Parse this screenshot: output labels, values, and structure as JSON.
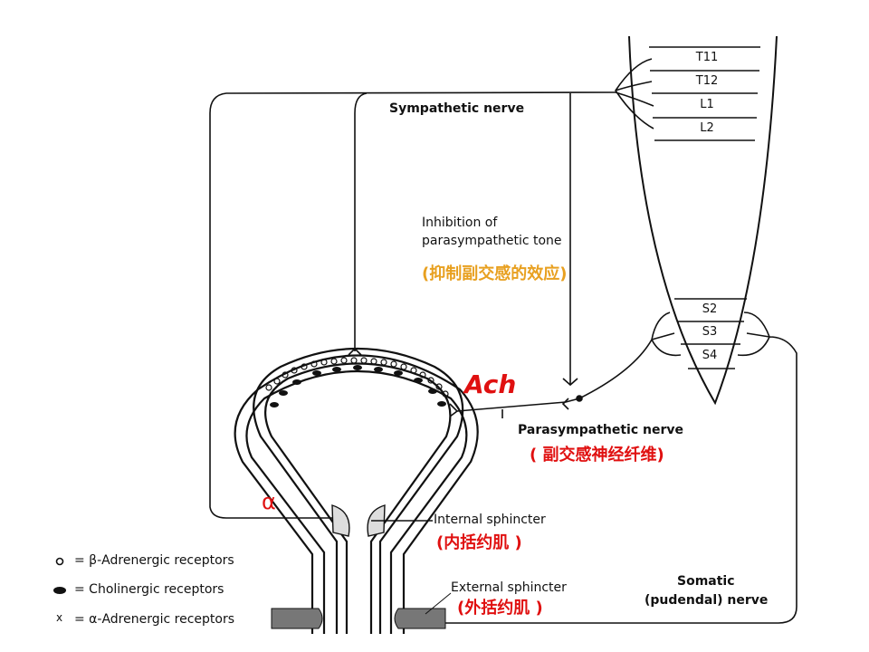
{
  "spinal_segments": {
    "upper": [
      "T11",
      "T12",
      "L1",
      "L2"
    ],
    "lower": [
      "S2",
      "S3",
      "S4"
    ]
  },
  "labels": {
    "sympathetic": "Sympathetic nerve",
    "inhibition_line1": "Inhibition of",
    "inhibition_line2": "parasympathetic tone",
    "inhibition_cn": "(抑制副交感的效应)",
    "ach": "Ach",
    "parasympathetic": "Parasympathetic nerve",
    "parasympathetic_cn": "( 副交感神经纤维)",
    "alpha": "α",
    "internal_sphincter": "Internal sphincter",
    "internal_sphincter_cn": "(内括约肌 )",
    "external_sphincter": "External sphincter",
    "external_sphincter_cn": "(外括约肌 )",
    "somatic_line1": "Somatic",
    "somatic_line2": "(pudendal) nerve"
  },
  "legend": [
    {
      "symbol": "o",
      "text": "= β-Adrenergic receptors"
    },
    {
      "symbol": "●",
      "text": "= Cholinergic receptors"
    },
    {
      "symbol": "x",
      "text": "= α-Adrenergic receptors"
    }
  ],
  "colors": {
    "annotation_red": "#e01010",
    "annotation_orange": "#e8a020"
  }
}
